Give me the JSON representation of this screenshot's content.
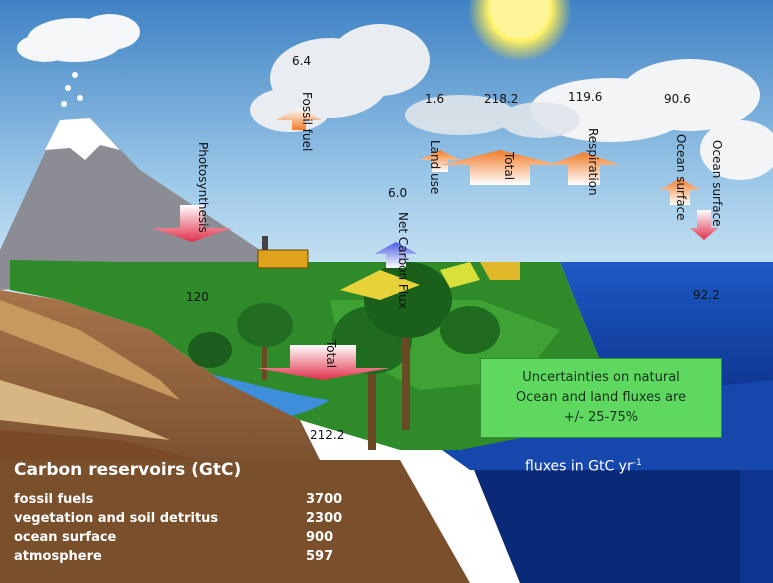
{
  "labels": {
    "photosynthesis": "Photosynthesis",
    "fossil_fuel": "Fossil fuel",
    "net_carbon_flux": "Net Carbon Flux",
    "land_use": "Land use",
    "total_up": "Total",
    "respiration": "Respiration",
    "ocean_surface_up": "Ocean surface",
    "ocean_surface_down": "Ocean surface",
    "total_down": "Total"
  },
  "values": {
    "fossil_fuel": "6.4",
    "land_use": "1.6",
    "total_up": "218.2",
    "respiration": "119.6",
    "ocean_up": "90.6",
    "net_flux": "6.0",
    "photosynthesis": "120",
    "ocean_down": "92.2",
    "total_down": "212.2"
  },
  "uncertainty": {
    "line1": "Uncertainties on natural",
    "line2": "Ocean and land fluxes are",
    "line3": "+/-   25-75%"
  },
  "units": {
    "prefix": "fluxes in  GtC yr",
    "exponent": "-1"
  },
  "reservoirs": {
    "title": "Carbon reservoirs (GtC)",
    "rows": [
      {
        "name": "fossil fuels",
        "value": "3700"
      },
      {
        "name": "vegetation and soil detritus",
        "value": "2300"
      },
      {
        "name": "ocean surface",
        "value": "900"
      },
      {
        "name": "atmosphere",
        "value": "597"
      }
    ]
  },
  "colors": {
    "sky_top": "#4a8ccc",
    "sky_bottom": "#cfe6f5",
    "ocean": "#1346a8",
    "land": "#2f8a2a",
    "soil": "#8a5a2e",
    "arrow_up": "#f08a3a",
    "arrow_down": "#e03a4a",
    "arrow_net": "#5a6ae0",
    "box": "#5fd85f"
  }
}
